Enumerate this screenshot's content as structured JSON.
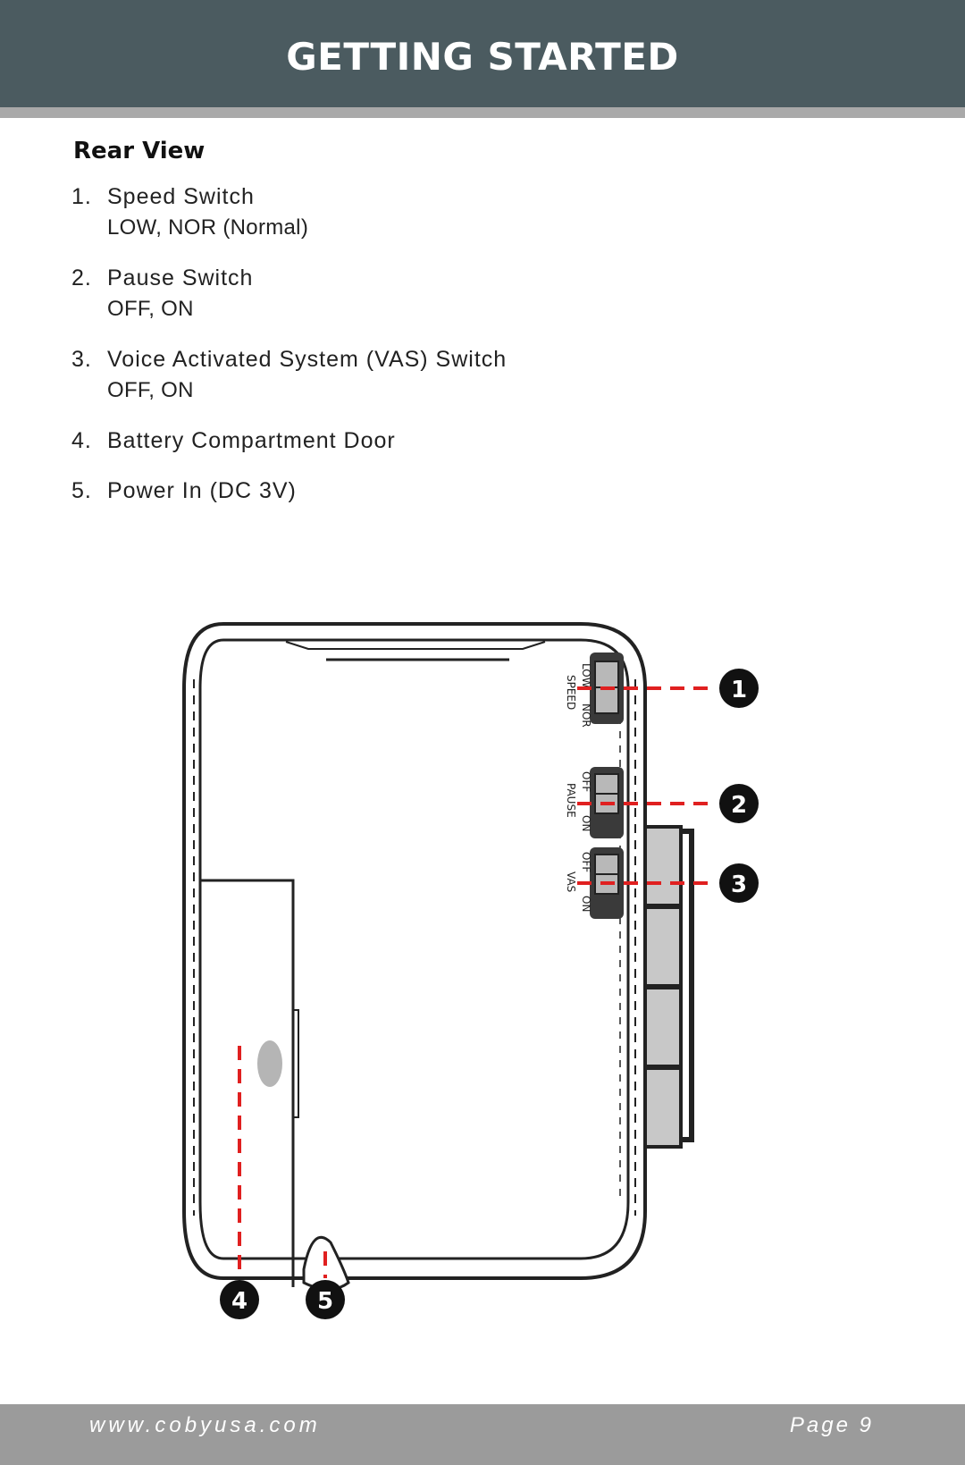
{
  "header": {
    "title": "GETTING STARTED"
  },
  "section": {
    "title": "Rear View"
  },
  "items": [
    {
      "num": "1.",
      "label": "Speed Switch",
      "sub": "LOW, NOR (Normal)"
    },
    {
      "num": "2.",
      "label": "Pause Switch",
      "sub": "OFF, ON"
    },
    {
      "num": "3.",
      "label": "Voice Activated System (VAS) Switch",
      "sub": "OFF, ON"
    },
    {
      "num": "4.",
      "label": "Battery Compartment Door",
      "sub": ""
    },
    {
      "num": "5.",
      "label": "Power In (DC 3V)",
      "sub": ""
    }
  ],
  "diagram": {
    "switches": {
      "speed": {
        "name": "SPEED",
        "left": "LOW",
        "right": "NOR"
      },
      "pause": {
        "name": "PAUSE",
        "left": "OFF",
        "right": "ON"
      },
      "vas": {
        "name": "VAS",
        "left": "OFF",
        "right": "ON"
      }
    },
    "callouts": [
      "1",
      "2",
      "3",
      "4",
      "5"
    ],
    "leader_color": "#e02020"
  },
  "footer": {
    "url": "www.cobyusa.com",
    "page": "Page 9"
  }
}
